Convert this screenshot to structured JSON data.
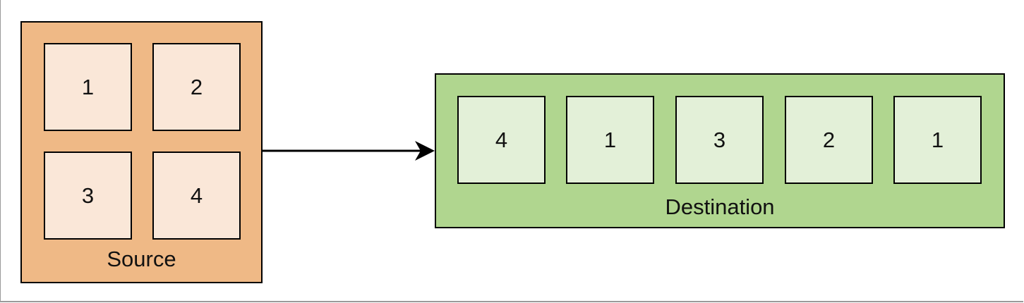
{
  "colors": {
    "source_fill": "#efb986",
    "source_cell_fill": "#fae7d8",
    "destination_fill": "#b0d68f",
    "destination_cell_fill": "#e3f0d8",
    "stroke": "#000000"
  },
  "source": {
    "label": "Source",
    "cells": [
      "1",
      "2",
      "3",
      "4"
    ]
  },
  "destination": {
    "label": "Destination",
    "cells": [
      "4",
      "1",
      "3",
      "2",
      "1"
    ]
  },
  "connector": {
    "from": "Source",
    "to": "Destination",
    "style": "solid-arrow"
  }
}
